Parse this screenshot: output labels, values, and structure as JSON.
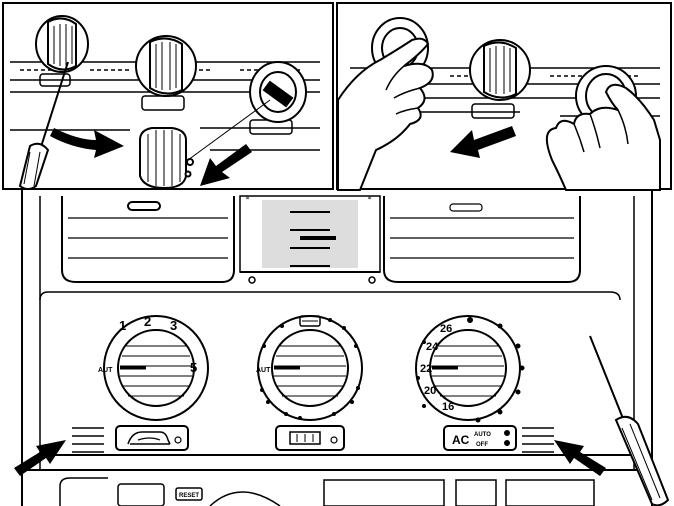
{
  "left_dial": {
    "marks": [
      "1",
      "2",
      "3",
      "AUT",
      "5"
    ]
  },
  "right_dial": {
    "marks": [
      "26",
      "24",
      "22",
      "20",
      "16"
    ]
  },
  "buttons": {
    "ac_label": "AC",
    "ac_auto": "AUTO",
    "ac_off": "OFF",
    "reset_label": "RESET"
  },
  "middle_dial": {
    "aut": "AUT"
  },
  "icons": [
    "hand-icon",
    "screwdriver-icon",
    "arrow-icon",
    "knob-icon",
    "recirculation-icon",
    "rear-defrost-icon",
    "fan-icon"
  ],
  "colors": {
    "line": "#000000",
    "background": "#ffffff"
  }
}
